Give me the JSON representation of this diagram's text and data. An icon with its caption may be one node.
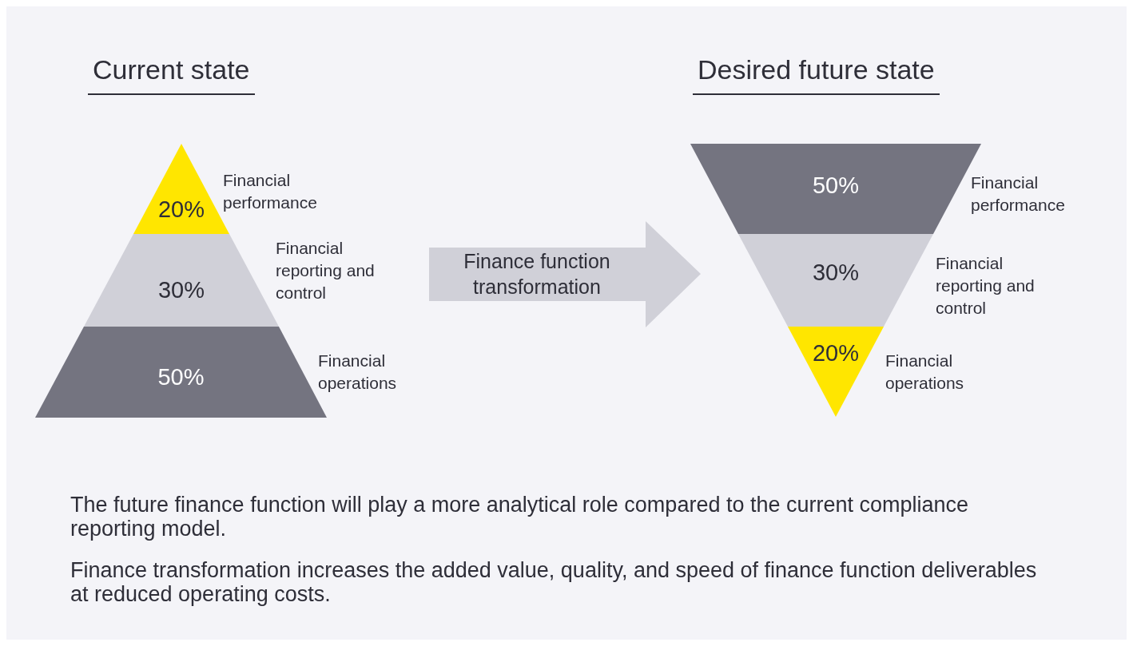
{
  "diagram": {
    "nodes": [
      {
        "text": [
          "20%"
        ],
        "beside": [
          "Financial performance"
        ]
      },
      {
        "text": [
          "30%"
        ],
        "beside": [
          "Financial reporting and control"
        ]
      },
      {
        "text": [
          "50%"
        ],
        "beside": [
          "Financial operations"
        ]
      },
      {
        "text": [
          "Finance function transformation"
        ]
      },
      {
        "text": [
          "50%"
        ],
        "beside": [
          "Financial performance"
        ]
      },
      {
        "text": [
          "30%"
        ],
        "beside": [
          "Financial reporting and control"
        ]
      },
      {
        "text": [
          "20%"
        ],
        "beside": [
          "Financial operations"
        ]
      }
    ],
    "labels": [
      "Current state",
      "Desired future state",
      "The future finance function will play a more analytical role compared to the current compliance reporting model.",
      "Finance transformation increases the added value, quality, and speed of finance function deliverables at reduced operating costs."
    ]
  }
}
